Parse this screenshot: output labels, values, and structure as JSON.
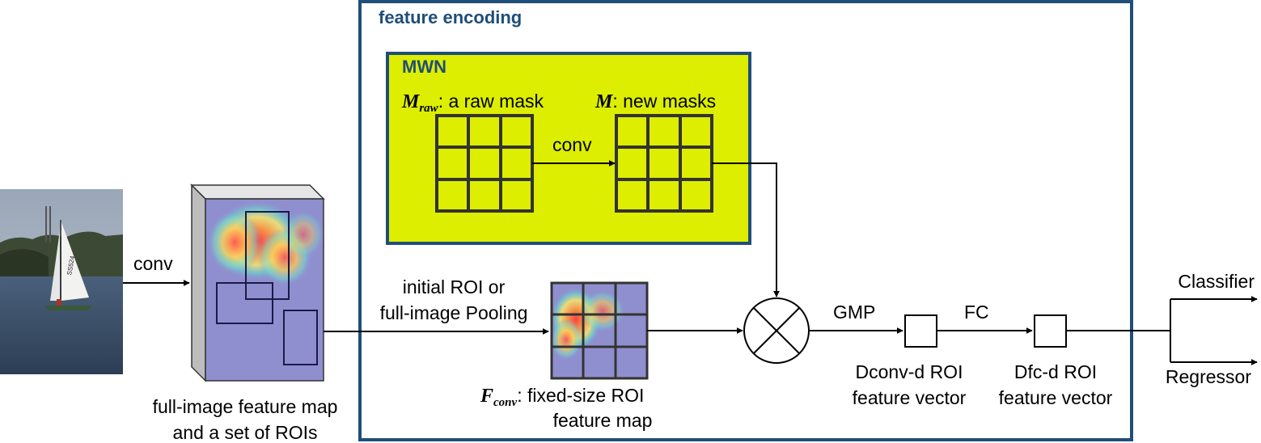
{
  "feature_encoding": {
    "title": "feature encoding"
  },
  "mwn": {
    "title": "MWN",
    "raw_mask_symbol": "M",
    "raw_mask_subscript": "raw",
    "raw_mask_text": ": a raw mask",
    "new_mask_symbol": "M",
    "new_mask_text": ": new masks",
    "conv_label": "conv"
  },
  "input": {
    "conv_label": "conv"
  },
  "feature_map": {
    "caption_line1": "full-image feature map",
    "caption_line2": "and a set of ROIs"
  },
  "pooling": {
    "label_line1": "initial ROI or",
    "label_line2": "full-image Pooling"
  },
  "fconv": {
    "symbol": "F",
    "subscript": "conv",
    "caption_line1": ": fixed-size ROI",
    "caption_line2": "feature map"
  },
  "gmp": {
    "label": "GMP",
    "caption_line1": "Dconv-d ROI",
    "caption_line2": "feature vector"
  },
  "fc": {
    "label": "FC",
    "caption_line1": "Dfc-d ROI",
    "caption_line2": "feature vector"
  },
  "outputs": {
    "classifier": "Classifier",
    "regressor": "Regressor"
  },
  "colors": {
    "frame_blue": "#1f4e79",
    "mwn_fill": "#ddee00",
    "map_base": "#8f8fcf"
  }
}
